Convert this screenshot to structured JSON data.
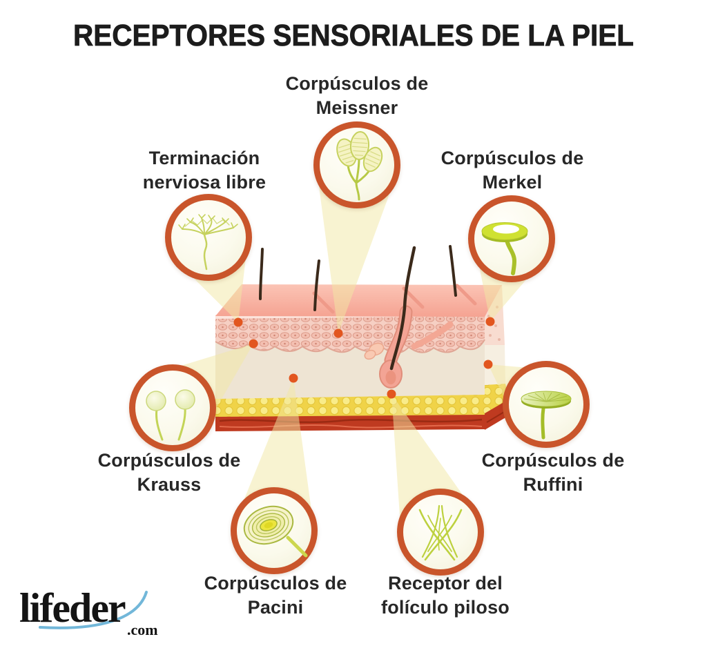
{
  "title": "RECEPTORES SENSORIALES DE LA PIEL",
  "receptors": [
    {
      "id": "meissner",
      "label_line1": "Corpúsculos de",
      "label_line2": "Meissner",
      "icon": "meissner-corpuscle-icon"
    },
    {
      "id": "free-nerve-ending",
      "label_line1": "Terminación",
      "label_line2": "nerviosa libre",
      "icon": "free-nerve-ending-icon"
    },
    {
      "id": "merkel",
      "label_line1": "Corpúsculos de",
      "label_line2": "Merkel",
      "icon": "merkel-corpuscle-icon"
    },
    {
      "id": "krauss",
      "label_line1": "Corpúsculos de",
      "label_line2": "Krauss",
      "icon": "krauss-corpuscle-icon"
    },
    {
      "id": "ruffini",
      "label_line1": "Corpúsculos de",
      "label_line2": "Ruffini",
      "icon": "ruffini-corpuscle-icon"
    },
    {
      "id": "pacini",
      "label_line1": "Corpúsculos de",
      "label_line2": "Pacini",
      "icon": "pacini-corpuscle-icon"
    },
    {
      "id": "hair-follicle",
      "label_line1": "Receptor del",
      "label_line2": "folículo piloso",
      "icon": "hair-follicle-receptor-icon"
    }
  ],
  "logo": {
    "name": "lifeder",
    "tld": ".com"
  },
  "colors": {
    "callout_ring": "#c9552b",
    "light_beam": "#f1e8a3",
    "location_dot": "#e2561f",
    "title_text": "#1c1c1c",
    "label_text": "#272727",
    "logo_swoosh": "#72b7d9",
    "receptor_art_green": "#bdd13f"
  }
}
